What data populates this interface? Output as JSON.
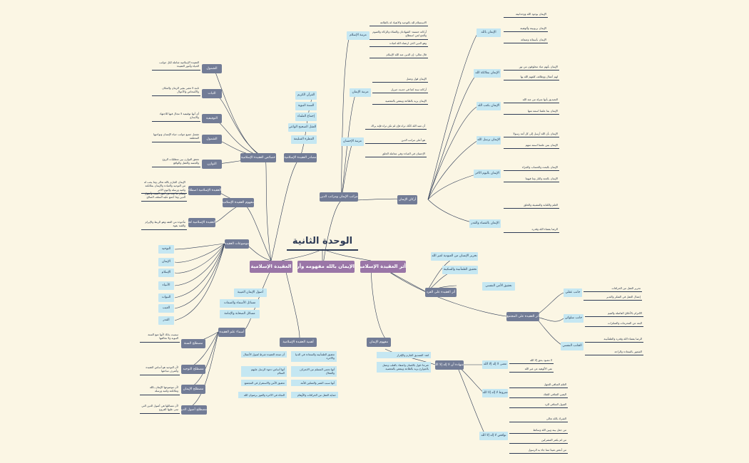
{
  "title": "الوحدة الثانية",
  "main_topics": {
    "aqeeda": "العقيدة الإسلامية",
    "iman": "الإيمان بالله مفهومه وأركانه",
    "athar": "أثر العقيدة الإسلامية"
  },
  "aqeeda": {
    "masadir": "مصادر العقيدة الإسلامية",
    "khasais": "خصائص العقيدة الإسلامية",
    "khasais_items": [
      {
        "label": "الشمول",
        "desc": "العقيدة الإسلامية شاملة لكل جوانب الحياة وأمور العقيدة"
      },
      {
        "label": "الثبات",
        "desc": "ثابتة لا تتغير بتغير الزمان والمكان والأشخاص والأحوال"
      },
      {
        "label": "التوقيفية",
        "desc": "أي أنها توقيفية لا مجال فيها للاجتهاد والابتداع"
      },
      {
        "label": "الشمول",
        "desc": "تشمل جميع جوانب حياة الإنسان ونواحيها المختلفة"
      },
      {
        "label": "التوازن",
        "desc": "تحقق التوازن بين متطلبات الروح والجسد والعقل والواقع"
      }
    ],
    "masadir_items": [
      "القرآن الكريم",
      "السنة النبوية",
      "إجماع العلماء",
      "العقل الصحيح الواعي",
      "الفطرة السليمة"
    ],
    "mafhoom": "مفهوم العقيدة الإسلامية",
    "mafhoom_lugha_label": "العقيدة الإسلامية اصطلاحا",
    "mafhoom_lugha": [
      "الإيمان الجازم بالله تعالى وما يجب له من التوحيد والعبادة والإيمان بملائكته وكتبه ورسله واليوم الآخر",
      "وسائر ما ثبت من أمور الغيب وأصول الدين وما أجمع عليه السلف الصالح"
    ],
    "mafhoom_istilah_label": "العقيدة الإسلامية لغة",
    "mafhoom_istilah": "مأخوذة من العقد وهو الربط والإبرام والشد بقوة",
    "mawdooat": "موضوعات العقيدة",
    "mawdooat_items": [
      "التوحيد",
      "الإيمان",
      "الإسلام",
      "الأنبياء",
      "النبوات",
      "الغيب",
      "القدر"
    ],
    "mawdooat_right": [
      "أصول الإيمان الغيبية",
      "مسائل الأسماء والصفات",
      "مسائل الصحابة والإمامة"
    ],
    "asma": "أسماء علم العقيدة",
    "asma_items": [
      {
        "label": "مصطلح السنة",
        "desc": "سميت بذلك لأنها تتبع السنة النبوية ولا تخالفها"
      },
      {
        "label": "مصطلح التوحيد",
        "desc": "لأن التوحيد هو أساس العقيدة وأشرف مباحثها"
      },
      {
        "label": "مصطلح الإيمان",
        "desc": "لأن موضوعها الإيمان بالله وملائكته وكتبه ورسله"
      },
      {
        "label": "مصطلح أصول الدين",
        "desc": "لأن مسائلها هي أصول الدين التي تبنى عليها الفروع"
      }
    ],
    "ahamiya": "أهمية العقيدة الإسلامية",
    "ahamiya_items": [
      "أن صحة العقيدة شرط لقبول الأعمال",
      "تحقيق الطمأنينة والسعادة في الدنيا والآخرة",
      "أنها أساس دعوة الرسل عليهم السلام",
      "أنها تحمي المسلم من الانحراف والضلال",
      "تحقيق الأمن والاستقرار في المجتمع",
      "أنها سبب النصر والتمكين للأمة",
      "النجاة في الآخرة والفوز برضوان الله",
      "حماية العقل من الخرافات والأوهام"
    ]
  },
  "iman": {
    "maratib": "مراتب الإيمان ومراتب الدين",
    "islam_label": "مرتبة الإسلام",
    "islam_items": [
      "الاستسلام لله بالتوحيد والانقياد له بالطاعة",
      "أركانه خمسة: الشهادتان والصلاة والزكاة والصوم والحج لمن استطاع",
      "وهو الدين الذي ارتضاه الله لعباده",
      "قال تعالى: إن الدين عند الله الإسلام"
    ],
    "iman_label": "مرتبة الإيمان",
    "iman_items": [
      "الإيمان قول وعمل",
      "أركانه ستة كما في حديث جبريل",
      "الإيمان يزيد بالطاعة وينقص بالمعصية"
    ],
    "ihsan_label": "مرتبة الإحسان",
    "ihsan_items": [
      "أن تعبد الله كأنك تراه فإن لم تكن تراه فإنه يراك",
      "هو أعلى مراتب الدين",
      "الإحسان في العبادة وفي معاملة الخلق"
    ],
    "arkan": "أركان الإيمان",
    "arkan_items": [
      {
        "label": "الإيمان بالله",
        "descs": [
          "الإيمان بوجود الله ووحدانيته",
          "الإيمان بربوبيته وألوهيته",
          "الإيمان بأسمائه وصفاته"
        ]
      },
      {
        "label": "الإيمان بملائكة الله",
        "descs": [
          "الإيمان بأنهم عباد مخلوقون من نور",
          "لهم أعمال ووظائف كلفهم الله بها"
        ]
      },
      {
        "label": "الإيمان بكتب الله",
        "descs": [
          "التصديق بأنها منزلة من عند الله",
          "الإيمان بما علمنا اسمه منها"
        ]
      },
      {
        "label": "الإيمان برسل الله",
        "descs": [
          "الإيمان بأن الله أرسل إلى كل أمة رسولا",
          "الإيمان بمن علمنا اسمه منهم"
        ]
      },
      {
        "label": "الإيمان باليوم الآخر",
        "descs": [
          "الإيمان بالبعث والحساب والجزاء",
          "الإيمان بالجنة والنار وما فيهما"
        ]
      },
      {
        "label": "الإيمان بالقضاء والقدر",
        "descs": [
          "العلم والكتابة والمشيئة والخلق",
          "الرضا بقضاء الله وقدره"
        ]
      }
    ],
    "mafhoom": "مفهوم الإيمان",
    "mafhoom_items": [
      "لغة: التصديق الجازم والإقرار",
      "شرعا: قول باللسان واعتقاد بالقلب وعمل بالجوارح يزيد بالطاعة وينقص بالمعصية"
    ],
    "shahada": "شهادة أن لا إله إلا الله",
    "shahada_parts": [
      {
        "label": "معنى لا إله إلا الله",
        "descs": [
          "لا معبود بحق إلا الله",
          "نفي الألوهية عن غير الله"
        ]
      },
      {
        "label": "شروط لا إله إلا الله",
        "descs": [
          "العلم المنافي للجهل",
          "اليقين المنافي للشك",
          "القبول المنافي للرد"
        ]
      },
      {
        "label": "نواقض لا إله إلا الله",
        "descs": [
          "الشرك بالله تعالى",
          "من جعل بينه وبين الله وسائط",
          "من لم يكفر المشركين",
          "من أبغض شيئا مما جاء به الرسول"
        ]
      }
    ]
  },
  "athar": {
    "fard": "أثر العقيدة على الفرد",
    "fard_items": [
      "تحرير الإنسان من العبودية لغير الله",
      "تحقيق الطمأنينة والسكينة",
      "تحقيق الأمن النفسي"
    ],
    "mujtama": "أثر العقيدة على المجتمع",
    "mujtama_items": [
      {
        "label": "جانب عقلي",
        "descs": [
          "تحرير العقل من الخرافات",
          "إعمال العقل في التفكر والتدبر"
        ]
      },
      {
        "label": "جانب سلوكي",
        "descs": [
          "الالتزام بالأخلاق الفاضلة والقيم",
          "البعد عن المحرمات والمنكرات"
        ]
      },
      {
        "label": "الجانب النفسي",
        "descs": [
          "الرضا بقضاء الله وقدره والطمأنينة",
          "الشعور بالسعادة والراحة"
        ]
      }
    ]
  }
}
